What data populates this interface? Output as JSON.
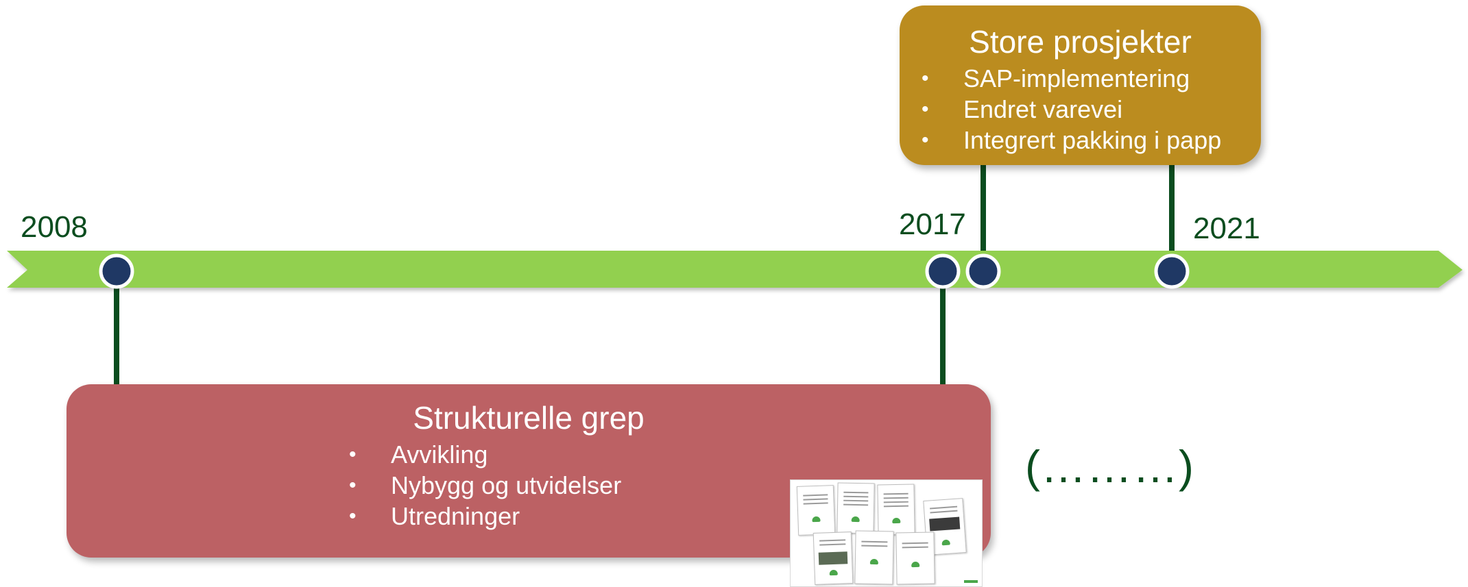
{
  "colors": {
    "arrow": "#92d050",
    "marker_fill": "#1f3864",
    "marker_ring": "#ffffff",
    "connector": "#0b4d1f",
    "year_text": "#0b4d1f",
    "box_top": "#bb8c1f",
    "box_bottom": "#bc6164"
  },
  "timeline": {
    "years": {
      "y2008": "2008",
      "y2017": "2017",
      "y2021": "2021"
    }
  },
  "box_top": {
    "title": "Store prosjekter",
    "items": [
      "SAP-implementering",
      "Endret varevei",
      "Integrert pakking i papp"
    ]
  },
  "box_bottom": {
    "title": "Strukturelle grep",
    "items": [
      "Avvikling",
      "Nybygg og utvidelser",
      "Utredninger"
    ]
  },
  "continuation": "(………)",
  "bullet_glyph": "•",
  "thumbnail": {
    "icon": "report-covers-thumbnail"
  }
}
